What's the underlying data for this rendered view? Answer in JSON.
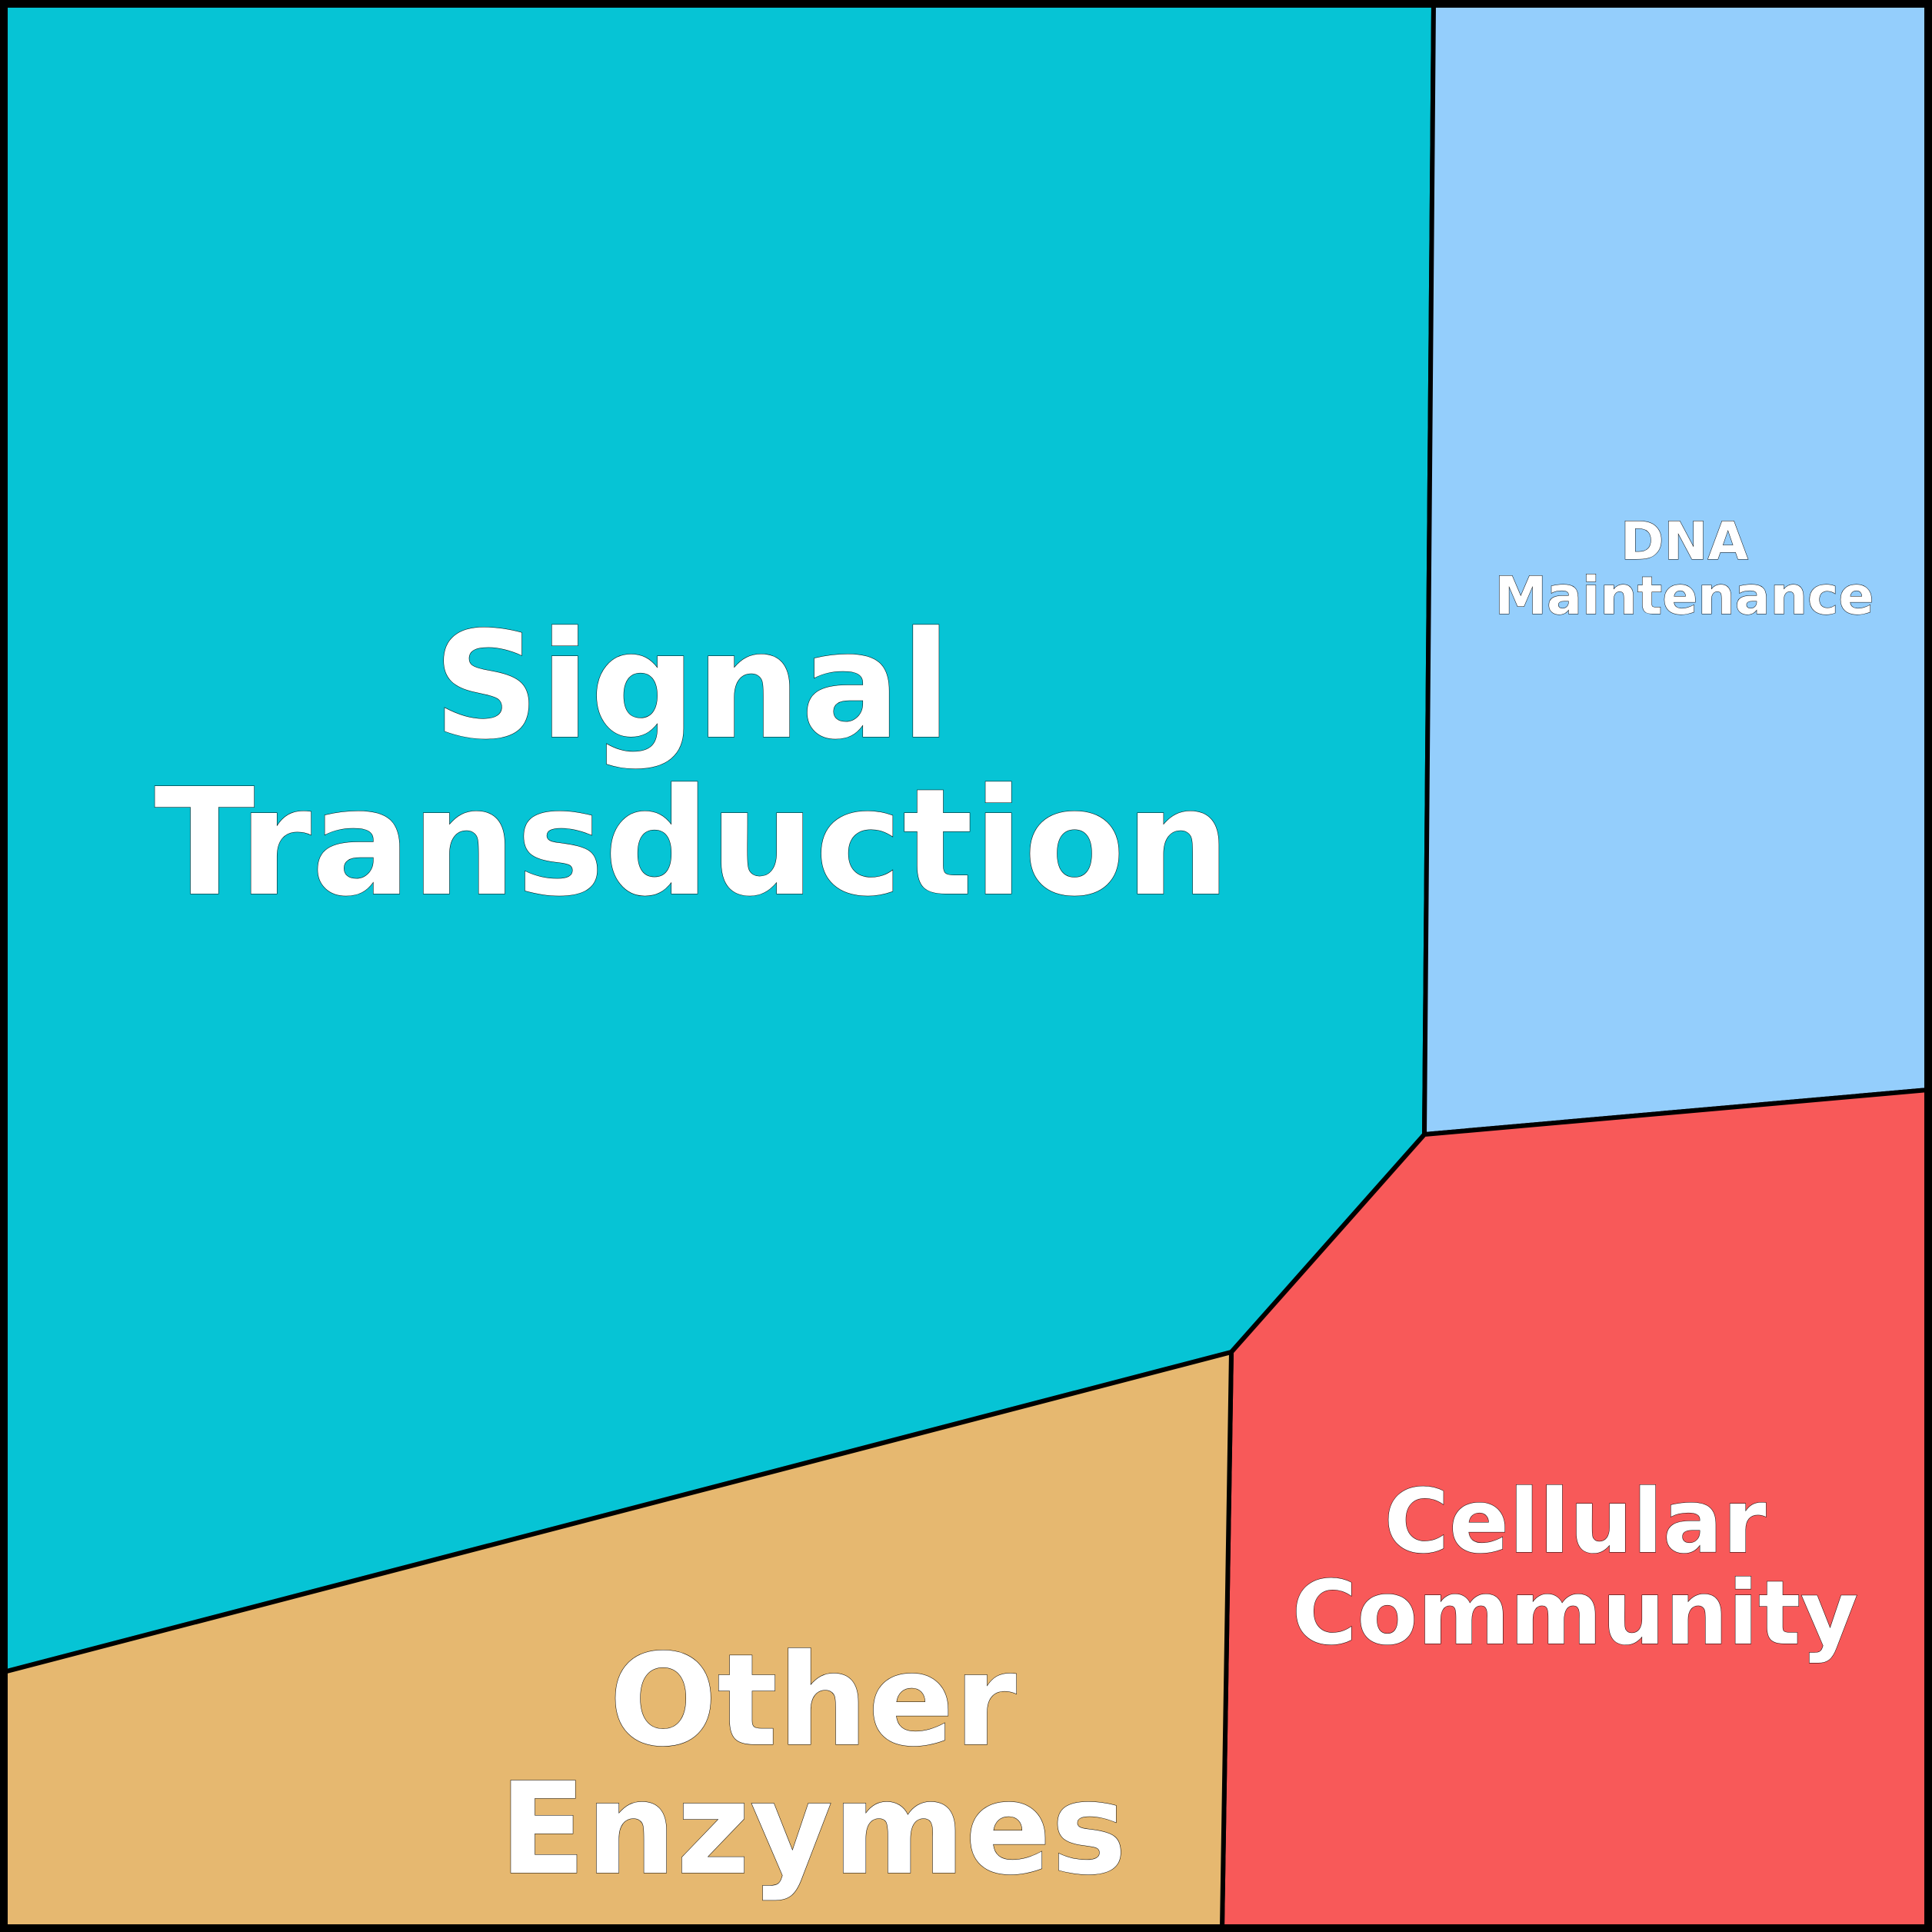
{
  "chart_data": {
    "type": "voronoi-treemap",
    "title": "",
    "cells": [
      {
        "label_lines": [
          "Signal",
          "Transduction"
        ],
        "color": "#06C4D5"
      },
      {
        "label_lines": [
          "DNA",
          "Maintenance"
        ],
        "color": "#94CEFC"
      },
      {
        "label_lines": [
          "Cellular",
          "Community"
        ],
        "color": "#F85959"
      },
      {
        "label_lines": [
          "Other",
          "Enzymes"
        ],
        "color": "#E6B870"
      }
    ],
    "outline_color": "#000000"
  }
}
